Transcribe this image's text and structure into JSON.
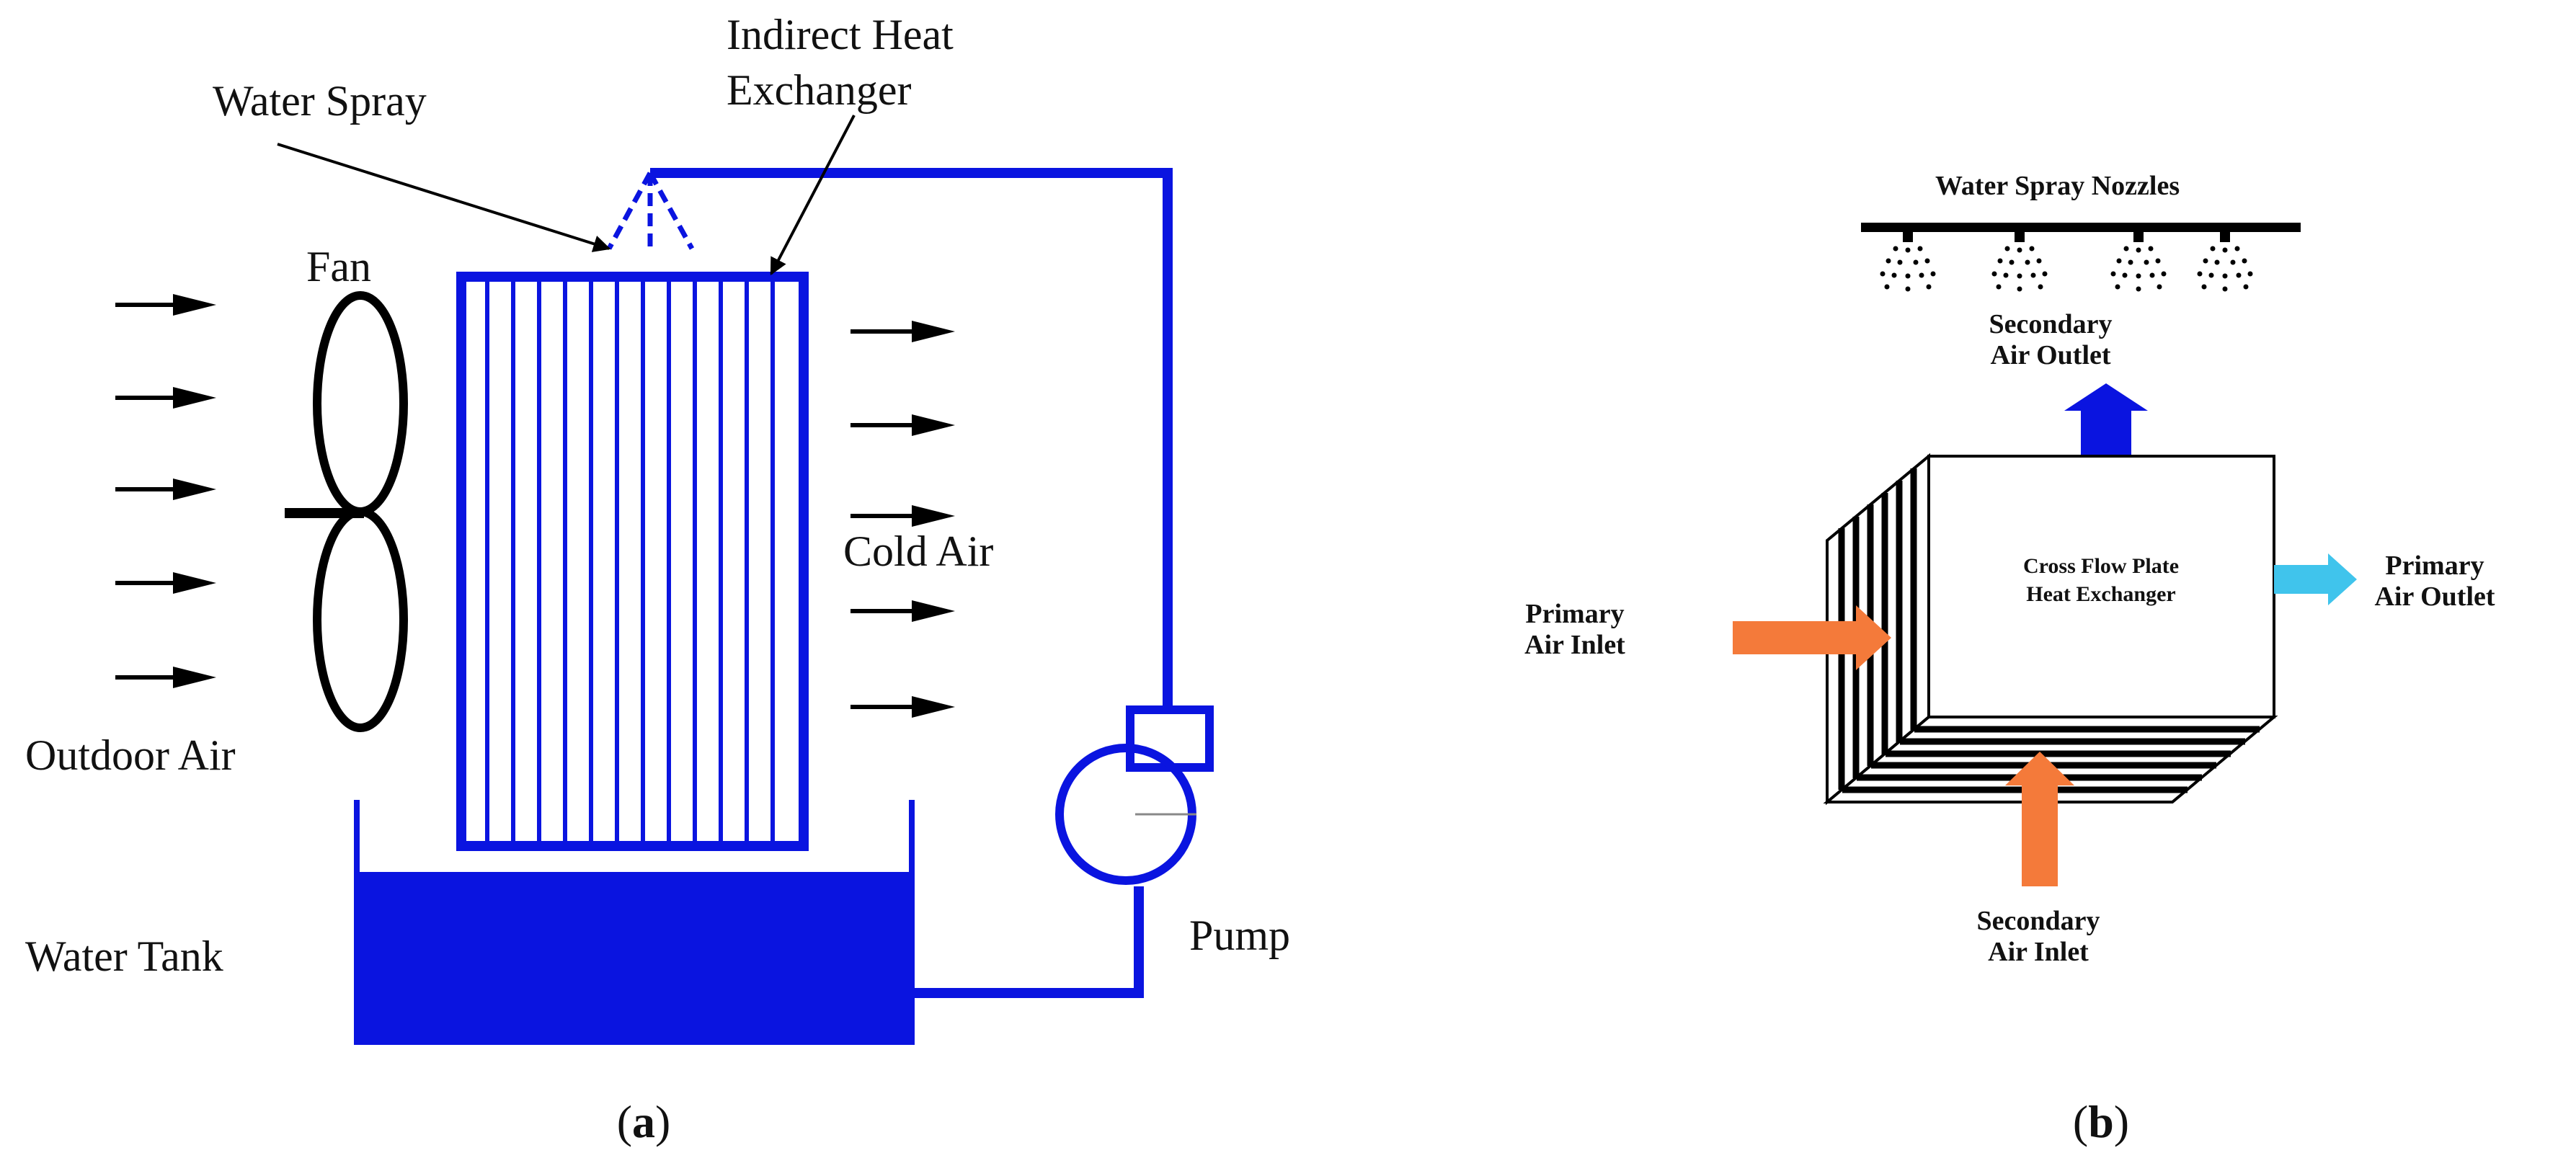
{
  "colors": {
    "blue": "#0a14e0",
    "orange": "#f47a3a",
    "light_blue": "#40c4ec",
    "black": "#000000"
  },
  "panel_a": {
    "labels": {
      "water_spray": "Water Spray",
      "indirect_heat_exchanger_line1": "Indirect Heat",
      "indirect_heat_exchanger_line2": "Exchanger",
      "fan": "Fan",
      "cold_air": "Cold Air",
      "outdoor_air": "Outdoor Air",
      "water_tank": "Water Tank",
      "pump": "Pump"
    },
    "caption_letter": "a",
    "icons": [
      "fan-icon",
      "pump-icon",
      "spray-nozzle-icon"
    ]
  },
  "panel_b": {
    "labels": {
      "water_spray_nozzles": "Water Spray Nozzles",
      "secondary_air_outlet_line1": "Secondary",
      "secondary_air_outlet_line2": "Air Outlet",
      "cross_flow_line1": "Cross Flow Plate",
      "cross_flow_line2": "Heat Exchanger",
      "primary_air_outlet_line1": "Primary",
      "primary_air_outlet_line2": "Air Outlet",
      "primary_air_inlet_line1": "Primary",
      "primary_air_inlet_line2": "Air Inlet",
      "secondary_air_inlet_line1": "Secondary",
      "secondary_air_inlet_line2": "Air Inlet"
    },
    "caption_letter": "b",
    "icons": [
      "spray-nozzle-icon",
      "heat-exchanger-cube-icon"
    ]
  }
}
